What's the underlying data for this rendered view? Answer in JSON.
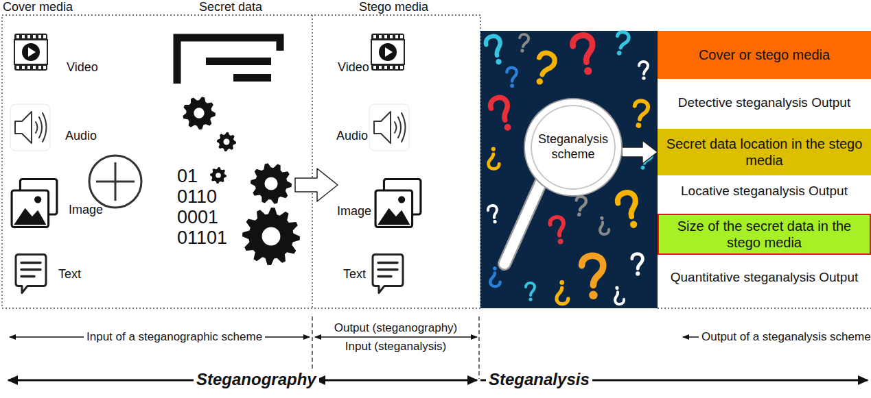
{
  "diagram": {
    "nodes": [
      {
        "text": [
          "Steganalysis scheme"
        ]
      },
      {
        "text": [
          "Cover or stego media"
        ]
      },
      {
        "text": [
          "Secret data location in the stego media"
        ]
      },
      {
        "text": [
          "Size of the secret data in the stego media"
        ]
      }
    ],
    "edges": [
      {
        "from": 0,
        "to": 2,
        "arrow": "to"
      }
    ],
    "labels": [
      "Cover media",
      "Secret data",
      "Stego media",
      "Video",
      "Audio",
      "Image",
      "Text",
      "01",
      "0110",
      "0001",
      "01101",
      "Video",
      "Audio",
      "Image",
      "Text",
      "Detective steganalysis Output",
      "Locative steganalysis Output",
      "Quantitative steganalysis Output",
      "Input of a steganographic scheme",
      "Output (steganography)",
      "Input (steganalysis)",
      "Output of a steganalysis scheme",
      "Steganography",
      "Steganalysis"
    ]
  }
}
